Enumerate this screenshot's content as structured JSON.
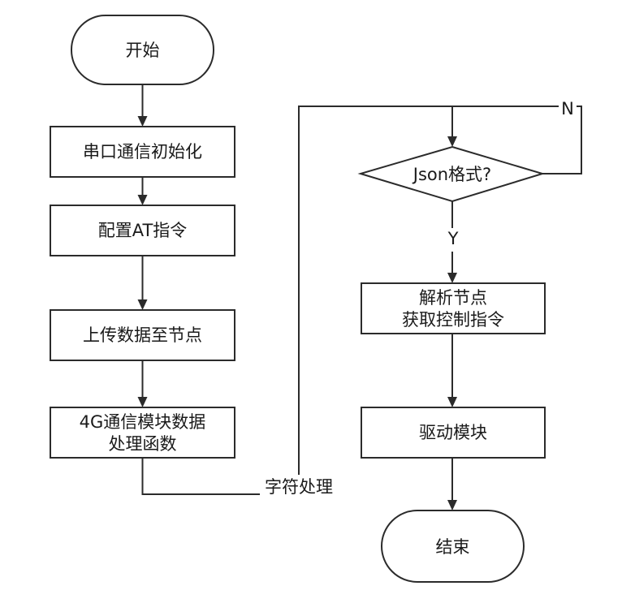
{
  "nodes": {
    "start": "开始",
    "serial_init": "串口通信初始化",
    "config_at": "配置AT指令",
    "upload": "上传数据至节点",
    "module_line1": "4G通信模块数据",
    "module_line2": "处理函数",
    "json_check": "Json格式?",
    "parse_line1": "解析节点",
    "parse_line2": "获取控制指令",
    "drive": "驱动模块",
    "end": "结束"
  },
  "labels": {
    "char_processing": "字符处理",
    "no": "N",
    "yes": "Y"
  }
}
